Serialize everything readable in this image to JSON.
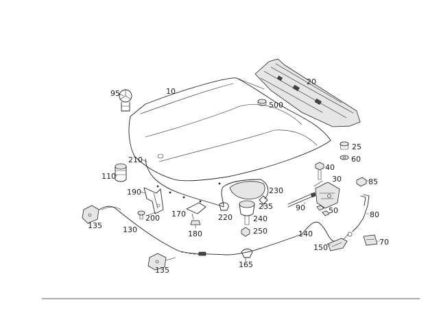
{
  "labels": {
    "l95": "95",
    "l10": "10",
    "l20": "20",
    "l500": "500",
    "l25": "25",
    "l60": "60",
    "l40": "40",
    "l30": "30",
    "l85": "85",
    "l210": "210",
    "l110": "110",
    "l190": "190",
    "l230": "230",
    "l235": "235",
    "l90": "90",
    "l50": "50",
    "l80": "80",
    "l170": "170",
    "l200": "200",
    "l220": "220",
    "l240": "240",
    "l135a": "135",
    "l130": "130",
    "l180": "180",
    "l250": "250",
    "l140": "140",
    "l150": "150",
    "l70": "70",
    "l165": "165",
    "l135b": "135"
  }
}
